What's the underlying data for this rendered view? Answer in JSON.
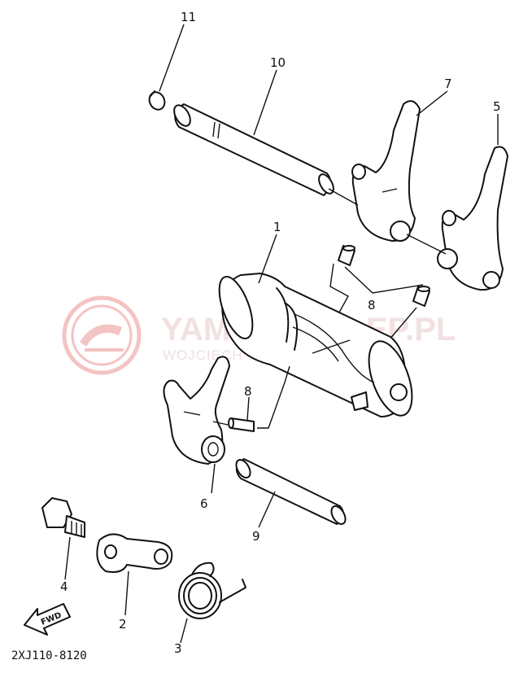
{
  "diagram_code": "2XJ110-8120",
  "watermark": {
    "brand": "YAMAHASKLEP.PL",
    "subtitle": "WOJCIECH ... YAMAHA",
    "logo_color": "#e05555"
  },
  "fwd_label": "FWD",
  "callouts": {
    "c1": "1",
    "c2": "2",
    "c3": "3",
    "c4": "4",
    "c5": "5",
    "c6": "6",
    "c7": "7",
    "c8a": "8",
    "c8b": "8",
    "c9": "9",
    "c10": "10",
    "c11": "11"
  }
}
